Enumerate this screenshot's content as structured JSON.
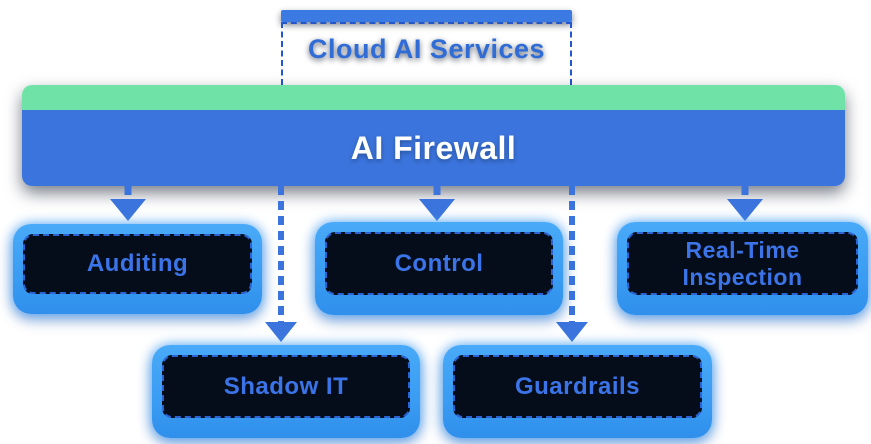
{
  "diagram": {
    "cloud_source": {
      "label": "Cloud AI Services"
    },
    "firewall": {
      "label": "AI Firewall"
    },
    "nodes": [
      {
        "id": "auditing",
        "label": "Auditing",
        "row": 1,
        "connector": "solid-arrow"
      },
      {
        "id": "control",
        "label": "Control",
        "row": 1,
        "connector": "solid-arrow"
      },
      {
        "id": "realtime",
        "label": "Real-Time Inspection",
        "row": 1,
        "connector": "solid-arrow"
      },
      {
        "id": "shadow-it",
        "label": "Shadow IT",
        "row": 2,
        "connector": "dashed-arrow"
      },
      {
        "id": "guardrails",
        "label": "Guardrails",
        "row": 2,
        "connector": "dashed-arrow"
      }
    ],
    "colors": {
      "primary_blue": "#3b74dc",
      "mint_green_stripe": "#6fe2a8",
      "neon_border_blue": "#3da0f5",
      "node_fill_dark": "#060d1a",
      "node_label_blue": "#3b74e8",
      "dashed_inner_blue": "#2b63d4",
      "cloud_title_blue": "#2f6cd6",
      "firewall_text": "#ffffff",
      "page_background": "#ffffff"
    }
  }
}
